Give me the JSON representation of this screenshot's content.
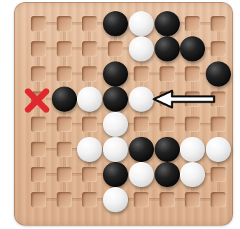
{
  "game": {
    "board_columns": 8,
    "board_rows": 8,
    "pieces": [
      {
        "color": "black",
        "col": 3,
        "row": 0
      },
      {
        "color": "white",
        "col": 4,
        "row": 0
      },
      {
        "color": "black",
        "col": 5,
        "row": 0
      },
      {
        "color": "white",
        "col": 4,
        "row": 1
      },
      {
        "color": "black",
        "col": 5,
        "row": 1
      },
      {
        "color": "black",
        "col": 6,
        "row": 1
      },
      {
        "color": "black",
        "col": 3,
        "row": 2
      },
      {
        "color": "black",
        "col": 7,
        "row": 2
      },
      {
        "color": "black",
        "col": 1,
        "row": 3
      },
      {
        "color": "white",
        "col": 2,
        "row": 3
      },
      {
        "color": "black",
        "col": 3,
        "row": 3
      },
      {
        "color": "white",
        "col": 4,
        "row": 3
      },
      {
        "color": "white",
        "col": 3,
        "row": 4
      },
      {
        "color": "white",
        "col": 2,
        "row": 5
      },
      {
        "color": "white",
        "col": 3,
        "row": 5
      },
      {
        "color": "black",
        "col": 4,
        "row": 5
      },
      {
        "color": "black",
        "col": 5,
        "row": 5
      },
      {
        "color": "white",
        "col": 6,
        "row": 5
      },
      {
        "color": "white",
        "col": 7,
        "row": 5
      },
      {
        "color": "black",
        "col": 3,
        "row": 6
      },
      {
        "color": "white",
        "col": 4,
        "row": 6
      },
      {
        "color": "black",
        "col": 5,
        "row": 6
      },
      {
        "color": "white",
        "col": 6,
        "row": 6
      },
      {
        "color": "white",
        "col": 3,
        "row": 7
      }
    ],
    "move": {
      "from_col": 7,
      "from_row": 3,
      "to_col": 4,
      "to_row": 3
    },
    "capture_marker": {
      "col": 0,
      "row": 3,
      "icon": "red-x-icon",
      "color": "#e0282f"
    },
    "colors": {
      "arrow_fill": "#ffffff",
      "arrow_stroke": "#111111"
    }
  }
}
